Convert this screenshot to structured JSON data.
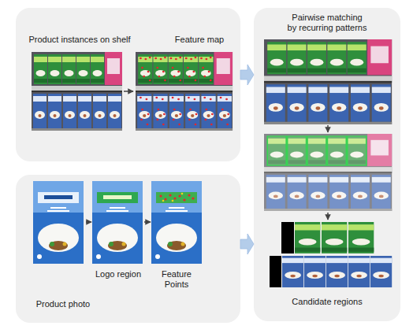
{
  "diagram": {
    "nodes": [
      {
        "text": [
          "Product instances on shelf",
          "Feature map"
        ]
      },
      {
        "text": [
          "Product photo",
          "Logo region",
          "Feature Points"
        ]
      },
      {
        "text": [
          "Pairwise matching by recurring patterns",
          "Candidate regions"
        ]
      }
    ],
    "edges": [
      {
        "from": 0,
        "to": 2,
        "arrow": "to"
      },
      {
        "from": 1,
        "to": 2,
        "arrow": "to"
      }
    ]
  }
}
